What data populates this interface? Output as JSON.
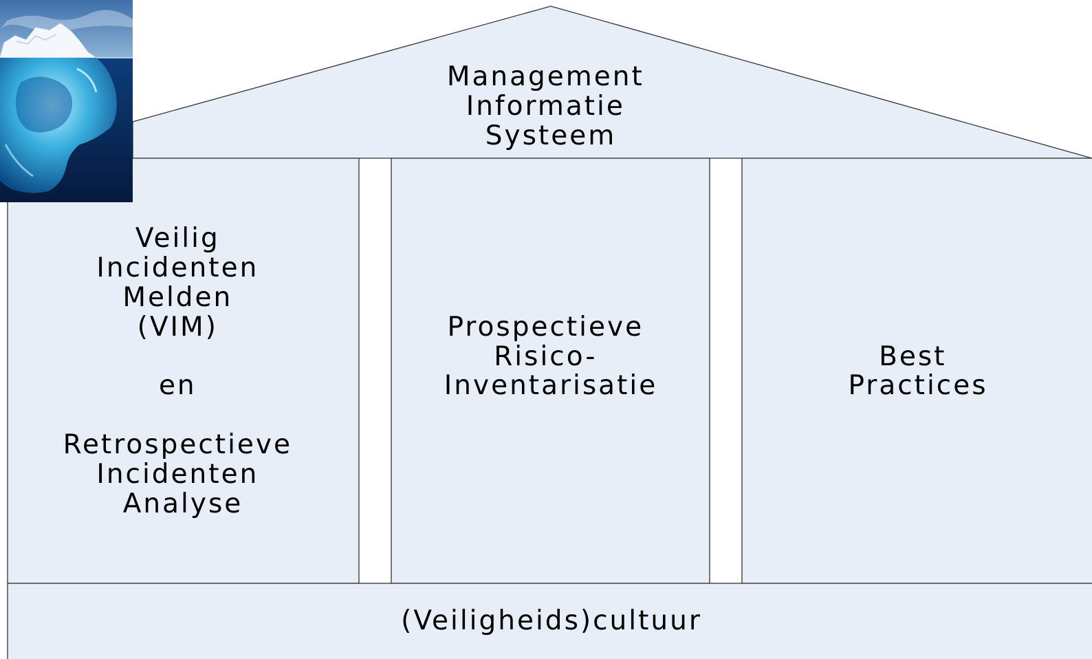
{
  "diagram": {
    "roof": {
      "lines": [
        "Management",
        "Informatie",
        "Systeem"
      ]
    },
    "pillars": [
      {
        "lines": [
          "Veilig",
          "Incidenten",
          "Melden",
          "(VIM)",
          "",
          "en",
          "",
          "Retrospectieve",
          "Incidenten",
          "Analyse"
        ]
      },
      {
        "lines": [
          "Prospectieve",
          "Risico-",
          "Inventarisatie"
        ]
      },
      {
        "lines": [
          "Best",
          "Practices"
        ]
      }
    ],
    "foundation": {
      "label": "(Veiligheids)cultuur"
    },
    "image": {
      "icon": "iceberg-photo"
    },
    "colors": {
      "fill": "#e8eef8",
      "stroke": "#333333",
      "text": "#000000"
    }
  }
}
